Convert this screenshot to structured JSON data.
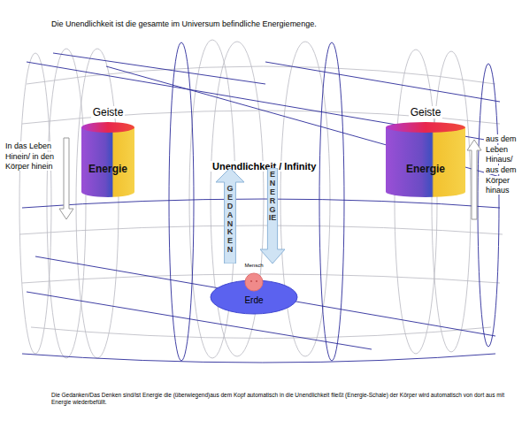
{
  "diagram": {
    "title": "Die Unendlichkeit ist die gesamte im Universum befindliche Energiemenge.",
    "caption": "Die Gedanken/Das Denken sind/ist Energie die (überwiegend)aus dem Kopf automatisch in die Unendlichkeit fließt (Energie-Schale) der Körper wird automatisch von dort aus mit Energie wiederbefüllt.",
    "nodes": [
      {
        "text": [
          "Geiste",
          "Energie"
        ]
      },
      {
        "text": [
          "Geiste",
          "Energie"
        ]
      },
      {
        "text": [
          "GEDANKEN"
        ]
      },
      {
        "text": [
          "ENERGIE"
        ]
      },
      {
        "text": [
          "Mensch"
        ]
      },
      {
        "text": [
          "Erde"
        ]
      }
    ],
    "labels": [
      "Unendlichkeit / Infinity",
      "In das Leben Hinein/ in den Körper hinein",
      "aus dem Leben Hinaus/ aus dem Körper hinaus"
    ]
  }
}
